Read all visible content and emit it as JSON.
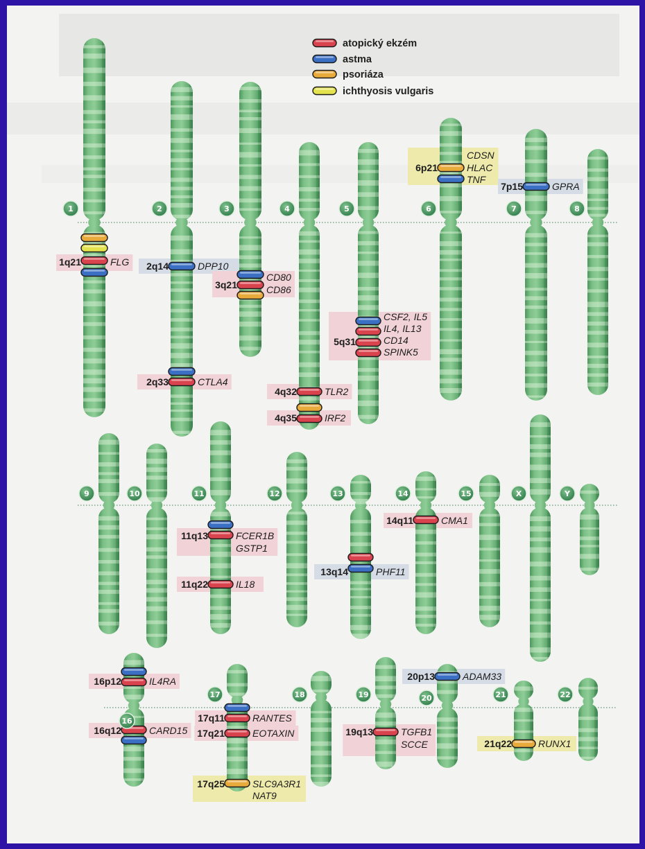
{
  "legend": {
    "items": [
      {
        "label": "atopický ekzém",
        "color": "#d9434d",
        "tint": "#f1d3d7"
      },
      {
        "label": "astma",
        "color": "#3b6fc3",
        "tint": "#d5dce6"
      },
      {
        "label": "psoriáza",
        "color": "#e9aa3c",
        "tint": "#eeeaab"
      },
      {
        "label": "ichthyosis vulgaris",
        "color": "#e4e34e",
        "tint": "#eeeaab"
      }
    ]
  },
  "chromosome_labels": [
    "1",
    "2",
    "3",
    "4",
    "5",
    "6",
    "7",
    "8",
    "9",
    "10",
    "11",
    "12",
    "13",
    "14",
    "15",
    "16",
    "17",
    "18",
    "19",
    "20",
    "21",
    "22",
    "X",
    "Y"
  ],
  "loci": [
    {
      "band": "1q21",
      "genes": [
        "FLG"
      ],
      "markers": [
        2,
        3,
        0,
        1
      ],
      "highlight": 0
    },
    {
      "band": "2q14",
      "genes": [
        "DPP10"
      ],
      "markers": [
        1
      ],
      "highlight": 1
    },
    {
      "band": "3q21",
      "genes": [
        "CD80",
        "CD86"
      ],
      "markers": [
        1,
        0,
        2
      ],
      "highlight": 0
    },
    {
      "band": "5q31",
      "genes": [
        "CSF2, IL5",
        "IL4, IL13",
        "CD14",
        "SPINK5"
      ],
      "markers": [
        1,
        0,
        0,
        0
      ],
      "highlight": 0
    },
    {
      "band": "2q33",
      "genes": [
        "CTLA4"
      ],
      "markers": [
        1,
        0
      ],
      "highlight": 0
    },
    {
      "band": "4q32",
      "genes": [
        "TLR2"
      ],
      "markers": [
        0
      ],
      "highlight": 0
    },
    {
      "band": "4q35",
      "genes": [
        "IRF2"
      ],
      "markers": [
        2,
        0
      ],
      "highlight": 0
    },
    {
      "band": "6p21",
      "genes": [
        "CDSN",
        "HLAC",
        "TNF"
      ],
      "markers": [
        2,
        1
      ],
      "highlight": 2
    },
    {
      "band": "7p15",
      "genes": [
        "GPRA"
      ],
      "markers": [
        1
      ],
      "highlight": 1
    },
    {
      "band": "11q13",
      "genes": [
        "FCER1B",
        "GSTP1"
      ],
      "markers": [
        1,
        0
      ],
      "highlight": 0
    },
    {
      "band": "11q22",
      "genes": [
        "IL18"
      ],
      "markers": [
        0
      ],
      "highlight": 0
    },
    {
      "band": "13q14",
      "genes": [
        "PHF11"
      ],
      "markers": [
        0,
        1
      ],
      "highlight": 1
    },
    {
      "band": "14q11",
      "genes": [
        "CMA1"
      ],
      "markers": [
        0
      ],
      "highlight": 0
    },
    {
      "band": "16p12",
      "genes": [
        "IL4RA"
      ],
      "markers": [
        1,
        0
      ],
      "highlight": 0
    },
    {
      "band": "16q12",
      "genes": [
        "CARD15"
      ],
      "markers": [
        0,
        1
      ],
      "highlight": 0
    },
    {
      "band": "17q11",
      "genes": [
        "RANTES"
      ],
      "markers": [
        1,
        0
      ],
      "highlight": 0
    },
    {
      "band": "17q21",
      "genes": [
        "EOTAXIN"
      ],
      "markers": [
        0
      ],
      "highlight": 0
    },
    {
      "band": "17q25",
      "genes": [
        "SLC9A3R1",
        "NAT9"
      ],
      "markers": [
        2
      ],
      "highlight": 2
    },
    {
      "band": "19q13",
      "genes": [
        "TGFB1",
        "SCCE"
      ],
      "markers": [
        0
      ],
      "highlight": 0
    },
    {
      "band": "20p13",
      "genes": [
        "ADAM33"
      ],
      "markers": [
        1
      ],
      "highlight": 1
    },
    {
      "band": "21q22",
      "genes": [
        "RUNX1"
      ],
      "markers": [
        2
      ],
      "highlight": 2
    }
  ]
}
